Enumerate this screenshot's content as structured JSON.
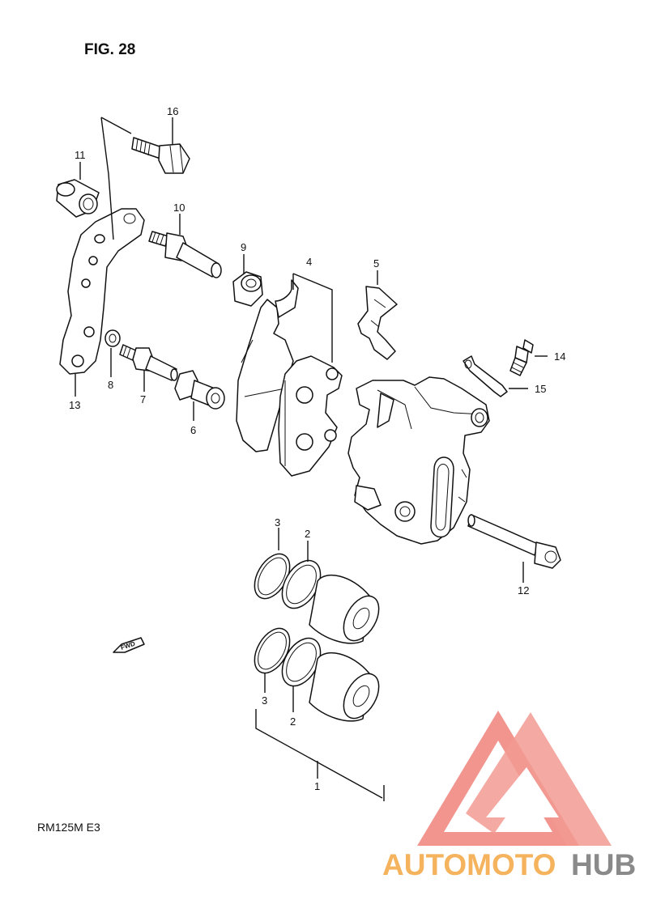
{
  "figure_title": "FIG. 28",
  "model_code": "RM125M  E3",
  "direction_marker": "FWD",
  "callouts": [
    {
      "id": "c16",
      "text": "16"
    },
    {
      "id": "c11",
      "text": "11"
    },
    {
      "id": "c10",
      "text": "10"
    },
    {
      "id": "c9",
      "text": "9"
    },
    {
      "id": "c4",
      "text": "4"
    },
    {
      "id": "c5",
      "text": "5"
    },
    {
      "id": "c14",
      "text": "14"
    },
    {
      "id": "c15",
      "text": "15"
    },
    {
      "id": "c8",
      "text": "8"
    },
    {
      "id": "c7",
      "text": "7"
    },
    {
      "id": "c13",
      "text": "13"
    },
    {
      "id": "c6",
      "text": "6"
    },
    {
      "id": "c12",
      "text": "12"
    },
    {
      "id": "c3a",
      "text": "3"
    },
    {
      "id": "c2a",
      "text": "2"
    },
    {
      "id": "c3b",
      "text": "3"
    },
    {
      "id": "c2b",
      "text": "2"
    },
    {
      "id": "c1",
      "text": "1"
    }
  ],
  "watermark": {
    "part1": "AUTOMOTO",
    "part2": "HUB",
    "color_primary": "#f0837a",
    "color_secondary": "#f4b35c",
    "color_tertiary": "#8a8a8a"
  }
}
